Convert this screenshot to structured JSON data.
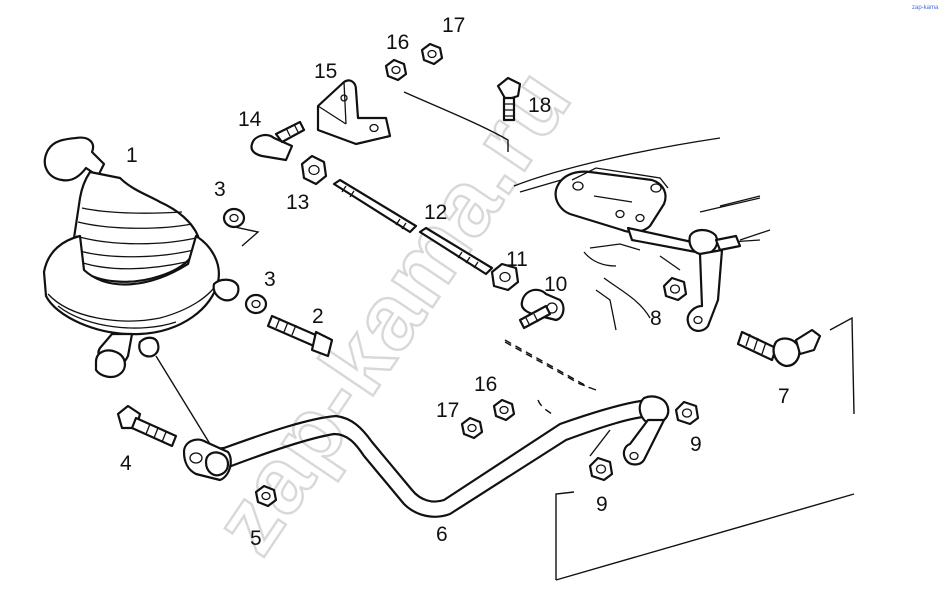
{
  "watermark": "zap-kama.ru",
  "corner_mark": "zap-kama",
  "callouts": [
    "1",
    "2",
    "3",
    "3",
    "4",
    "5",
    "6",
    "7",
    "8",
    "9",
    "9",
    "10",
    "11",
    "12",
    "13",
    "14",
    "15",
    "16",
    "16",
    "17",
    "17",
    "18"
  ]
}
